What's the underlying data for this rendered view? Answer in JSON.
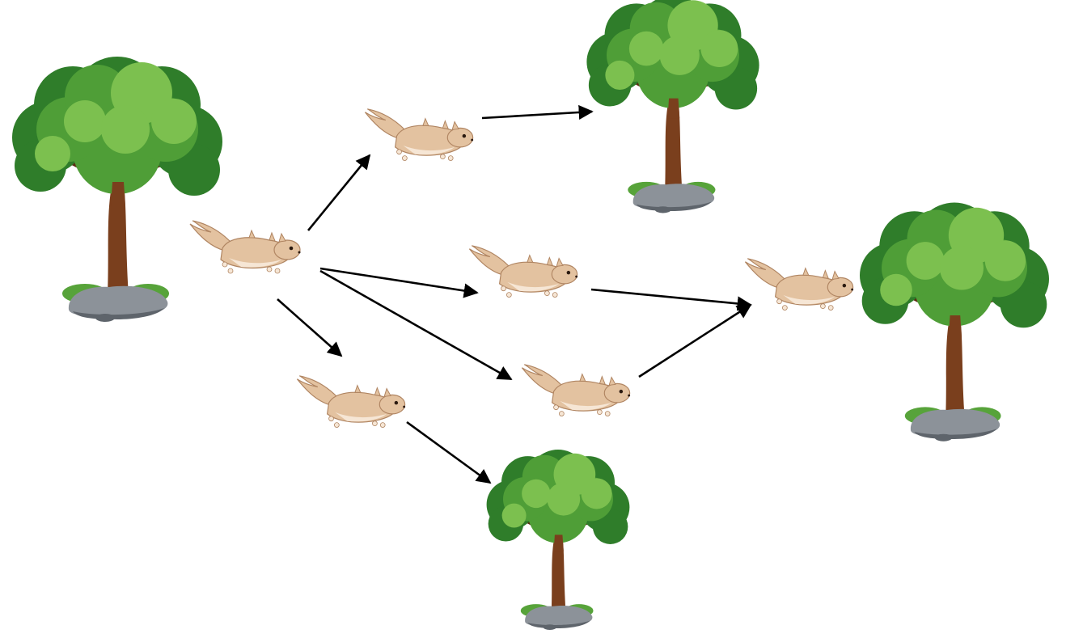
{
  "diagram": {
    "colors": {
      "background": "#ffffff",
      "arrow": "#000000",
      "foliage_dark": "#2f7d2a",
      "foliage_mid": "#4f9e37",
      "foliage_light": "#7cc04f",
      "trunk": "#7a3f1d",
      "trunk_dark": "#5a2c12",
      "rock": "#8c9299",
      "rock_dark": "#5e646b",
      "grass": "#57a33a",
      "squirrel_body": "#e3c2a0",
      "squirrel_belly": "#f6e6d5",
      "squirrel_outline": "#b08562",
      "squirrel_eye": "#2b1a10"
    },
    "nodes": [
      {
        "id": "tree-origin",
        "kind": "tree"
      },
      {
        "id": "squirrel-start",
        "kind": "squirrel"
      },
      {
        "id": "squirrel-upper",
        "kind": "squirrel"
      },
      {
        "id": "tree-top",
        "kind": "tree"
      },
      {
        "id": "squirrel-middle",
        "kind": "squirrel"
      },
      {
        "id": "squirrel-lower-middle",
        "kind": "squirrel"
      },
      {
        "id": "squirrel-right",
        "kind": "squirrel"
      },
      {
        "id": "tree-right",
        "kind": "tree"
      },
      {
        "id": "squirrel-lower-left",
        "kind": "squirrel"
      },
      {
        "id": "tree-bottom",
        "kind": "tree"
      }
    ],
    "edges": [
      {
        "from": "squirrel-start",
        "to": "squirrel-upper"
      },
      {
        "from": "squirrel-upper",
        "to": "tree-top"
      },
      {
        "from": "squirrel-start",
        "to": "squirrel-middle"
      },
      {
        "from": "squirrel-start",
        "to": "squirrel-lower-middle"
      },
      {
        "from": "squirrel-start",
        "to": "squirrel-lower-left"
      },
      {
        "from": "squirrel-middle",
        "to": "squirrel-right"
      },
      {
        "from": "squirrel-lower-middle",
        "to": "squirrel-right"
      },
      {
        "from": "squirrel-lower-left",
        "to": "tree-bottom"
      }
    ]
  }
}
